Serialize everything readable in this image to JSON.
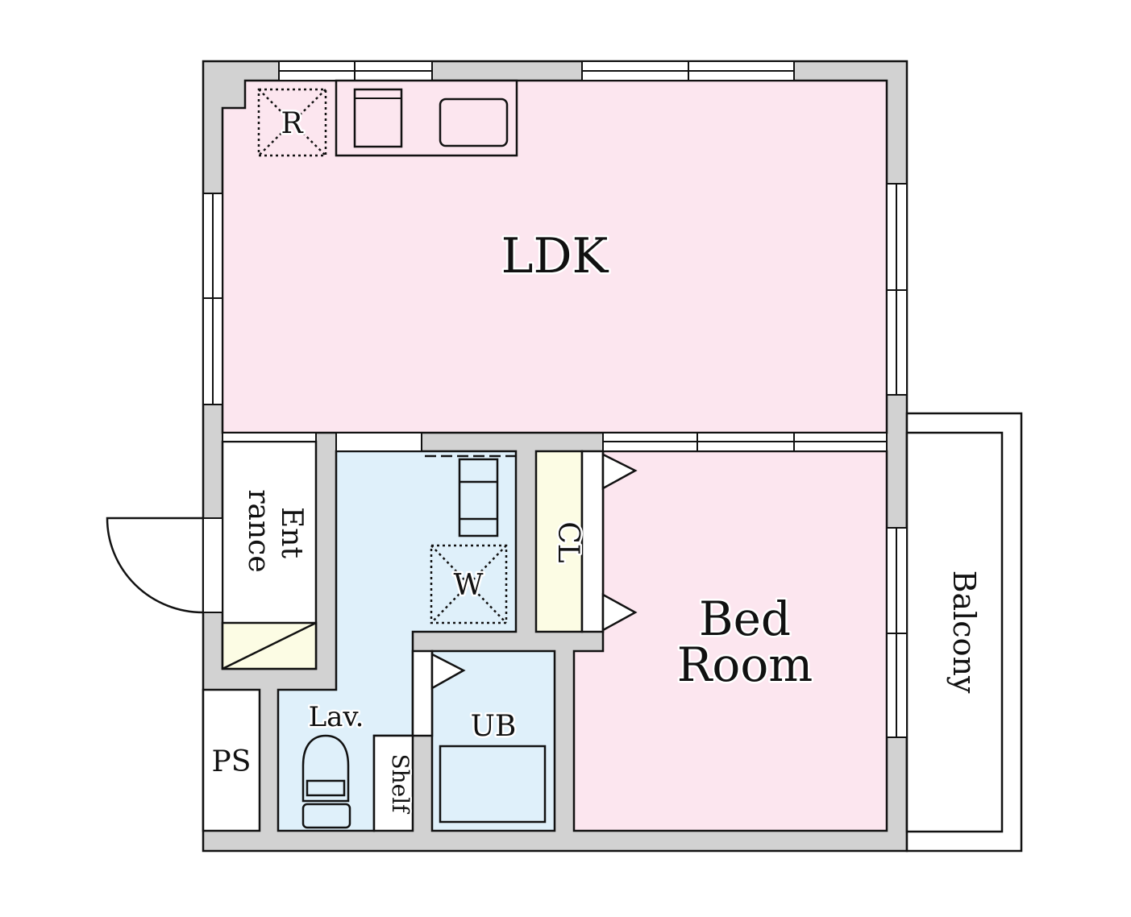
{
  "rooms": {
    "ldk": "LDK",
    "bedroom_line1": "Bed",
    "bedroom_line2": "Room",
    "balcony": "Balcony",
    "entrance_line1": "Ent",
    "entrance_line2": "rance",
    "closet": "CL",
    "lavatory": "Lav.",
    "shelf": "Shelf",
    "bathroom": "UB",
    "pipe_space": "PS"
  },
  "fixtures": {
    "refrigerator": "R",
    "washer": "W"
  },
  "colors": {
    "wall": "#d2d2d2",
    "outline": "#111111",
    "living_pink": "#fce6ef",
    "wet_area_blue": "#dff0fa",
    "storage_yellow": "#fcfce4"
  }
}
